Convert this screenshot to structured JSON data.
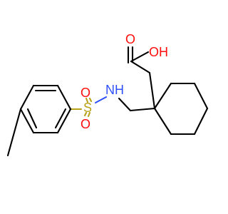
{
  "molecule": {
    "atom_labels": {
      "carboxyl_group": "OH",
      "carbonyl_oxygen": "O",
      "amine_group": "NH",
      "sulfur": "S",
      "sulfonyl_oxygen_top": "O",
      "sulfonyl_oxygen_bottom": "O"
    },
    "colors": {
      "bond": "#000000",
      "oxygen": "#ff0d0d",
      "nitrogen": "#3050f8",
      "sulfur": "#b8a21a",
      "background": "#ffffff"
    }
  }
}
